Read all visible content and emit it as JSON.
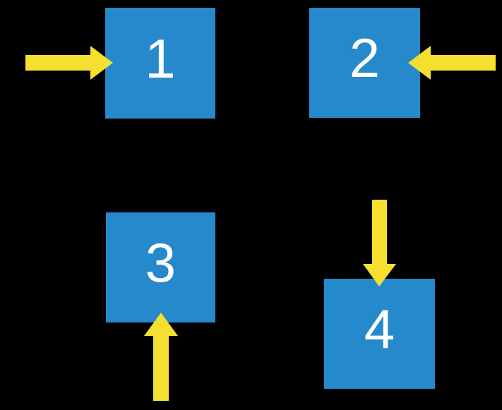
{
  "colors": {
    "background": "#000000",
    "square_fill": "#2589CB",
    "arrow_fill": "#F5E030",
    "label_text": "#FFFFFF"
  },
  "squares": [
    {
      "label": "1"
    },
    {
      "label": "2"
    },
    {
      "label": "3"
    },
    {
      "label": "4"
    }
  ],
  "arrows": [
    {
      "name": "right-arrow-icon",
      "direction": "right",
      "points_to": "1"
    },
    {
      "name": "left-arrow-icon",
      "direction": "left",
      "points_to": "2"
    },
    {
      "name": "up-arrow-icon",
      "direction": "up",
      "points_to": "3"
    },
    {
      "name": "down-arrow-icon",
      "direction": "down",
      "points_to": "4"
    }
  ]
}
